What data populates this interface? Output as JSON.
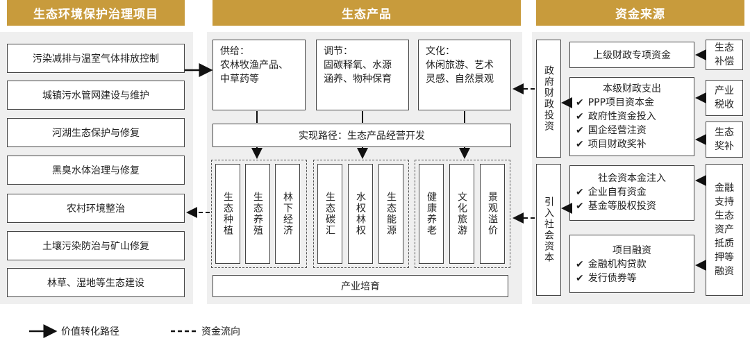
{
  "headers": {
    "left": "生态环境保护治理项目",
    "middle": "生态产品",
    "right": "资金来源"
  },
  "projects": [
    "污染减排与温室气体排放控制",
    "城镇污水管网建设与维护",
    "河湖生态保护与修复",
    "黑臭水体治理与修复",
    "农村环境整治",
    "土壤污染防治与矿山修复",
    "林草、湿地等生态建设"
  ],
  "products": {
    "supply": {
      "title": "供给：",
      "lines": [
        "农林牧渔产品、",
        "中草药等"
      ]
    },
    "regulate": {
      "title": "调节：",
      "lines": [
        "固碳释氧、水源",
        "涵养、物种保育"
      ]
    },
    "culture": {
      "title": "文化：",
      "lines": [
        "休闲旅游、艺术",
        "灵感、自然景观"
      ]
    },
    "path": "实现路径：生态产品经营开发",
    "groups": [
      [
        "生态种植",
        "生态养殖",
        "林下经济"
      ],
      [
        "生态碳汇",
        "水权林权",
        "生态能源"
      ],
      [
        "健康养老",
        "文化旅游",
        "景观溢价"
      ]
    ],
    "industry": "产业培育"
  },
  "funding": {
    "gov_invest": "政府财政投资",
    "social_capital": "引入社会资本",
    "upper_fund": "上级财政专项资金",
    "local_fund": {
      "title": "本级财政支出",
      "items": [
        "PPP项目资本金",
        "政府性资金投入",
        "国企经营注资",
        "项目财政奖补"
      ]
    },
    "social_injection": {
      "title": "社会资本金注入",
      "items": [
        "企业自有资金",
        "基金等股权投资"
      ]
    },
    "project_finance": {
      "title": "项目融资",
      "items": [
        "金融机构贷款",
        "发行债券等"
      ]
    },
    "eco_comp": "生态补偿",
    "industry_tax": "产业税收",
    "eco_reward": "生态奖补",
    "finance_support": "金融支持生态资产抵质押等融资"
  },
  "legend": {
    "solid": "价值转化路径",
    "dashed": "资金流向"
  }
}
